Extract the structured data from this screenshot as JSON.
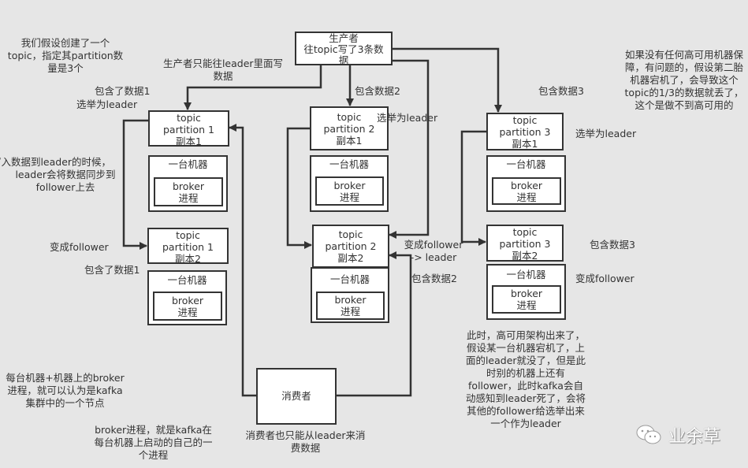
{
  "producer": {
    "lines": [
      "生产者",
      "往topic写了3条数",
      "据"
    ]
  },
  "consumer": {
    "label": "消费者"
  },
  "partitions": [
    {
      "topic": "topic",
      "name": "partition 1",
      "replica": "副本1"
    },
    {
      "topic": "topic",
      "name": "partition 1",
      "replica": "副本2"
    },
    {
      "topic": "topic",
      "name": "partition 2",
      "replica": "副本1"
    },
    {
      "topic": "topic",
      "name": "partition 2",
      "replica": "副本2"
    },
    {
      "topic": "topic",
      "name": "partition 3",
      "replica": "副本1"
    },
    {
      "topic": "topic",
      "name": "partition 3",
      "replica": "副本2"
    }
  ],
  "machine": {
    "label": "一台机器",
    "broker": "broker",
    "process": "进程"
  },
  "notes": {
    "assume_topic": [
      "我们假设创建了一个",
      "topic，指定其partition数",
      "量是3个"
    ],
    "producer_only_leader": [
      "生产者只能往leader里面写",
      "数据"
    ],
    "contains_data1_top": "包含了数据1",
    "elect_leader_1": "选举为leader",
    "contains_data2_top": "包含数据2",
    "elect_leader_2": "选举为leader",
    "contains_data3_top": "包含数据3",
    "elect_leader_3": "选举为leader",
    "no_ha": [
      "如果没有任何高可用机器保",
      "障，有问题的，假设第二胎",
      "机器宕机了，会导致这个",
      "topic的1/3的数据就丢了，",
      "这个是做不到高可用的"
    ],
    "sync_follower": [
      "写入数据到leader的时候，",
      "leader会将数据同步到",
      "follower上去"
    ],
    "become_follower_1": "变成follower",
    "contains_data1_bottom": "包含了数据1",
    "follower_to_leader": [
      "变成follower",
      "-> leader"
    ],
    "contains_data2_bottom": "包含数据2",
    "contains_data3_bottom": "包含数据3",
    "become_follower_3": "变成follower",
    "ha_explain": [
      "此时，高可用架构出来了，",
      "假设某一台机器宕机了，上",
      "面的leader就没了，但是此",
      "时别的机器上还有",
      "follower，此时kafka会自",
      "动感知到leader死了，会将",
      "其他的follower给选举出来",
      "一个作为leader"
    ],
    "node_def": [
      "每台机器+机器上的broker",
      "进程，就可以认为是kafka",
      "集群中的一个节点"
    ],
    "broker_def": [
      "broker进程，就是kafka在",
      "每台机器上启动的自己的一",
      "个进程"
    ],
    "consumer_only_leader": [
      "消费者也只能从leader来消",
      "费数据"
    ]
  },
  "watermark": {
    "icon": "wechat-icon",
    "text": "业余草"
  }
}
